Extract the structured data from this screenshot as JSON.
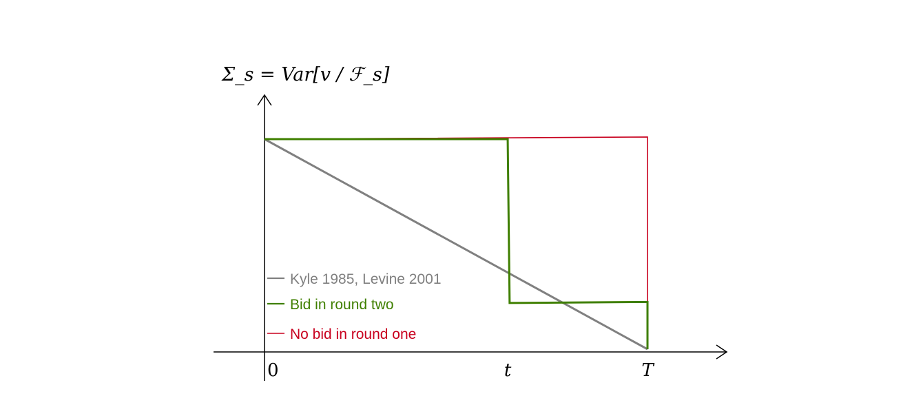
{
  "chart_data": {
    "type": "line",
    "title": "",
    "ylabel": "Σ_s = Var[v / ℱ_s]",
    "xlabel": "",
    "x_ticks": [
      {
        "label": "0",
        "x": 0
      },
      {
        "label": "t",
        "x": 0.635
      },
      {
        "label": "T",
        "x": 1
      }
    ],
    "xlim": [
      0,
      1
    ],
    "ylim": [
      0,
      1
    ],
    "grid": false,
    "legend_position": "bottom-left",
    "series": [
      {
        "name": "Kyle 1985, Levine 2001",
        "color": "#808080",
        "points": [
          [
            0,
            1
          ],
          [
            1,
            0
          ]
        ]
      },
      {
        "name": "Bid in round two",
        "color": "#3f7f00",
        "points": [
          [
            0,
            1
          ],
          [
            0.635,
            1
          ],
          [
            0.64,
            0.22
          ],
          [
            1,
            0.225
          ],
          [
            1,
            0
          ]
        ]
      },
      {
        "name": "No bid in round one",
        "color": "#c8001e",
        "points": [
          [
            0,
            1
          ],
          [
            1,
            1.01
          ],
          [
            1,
            0
          ]
        ]
      }
    ]
  }
}
